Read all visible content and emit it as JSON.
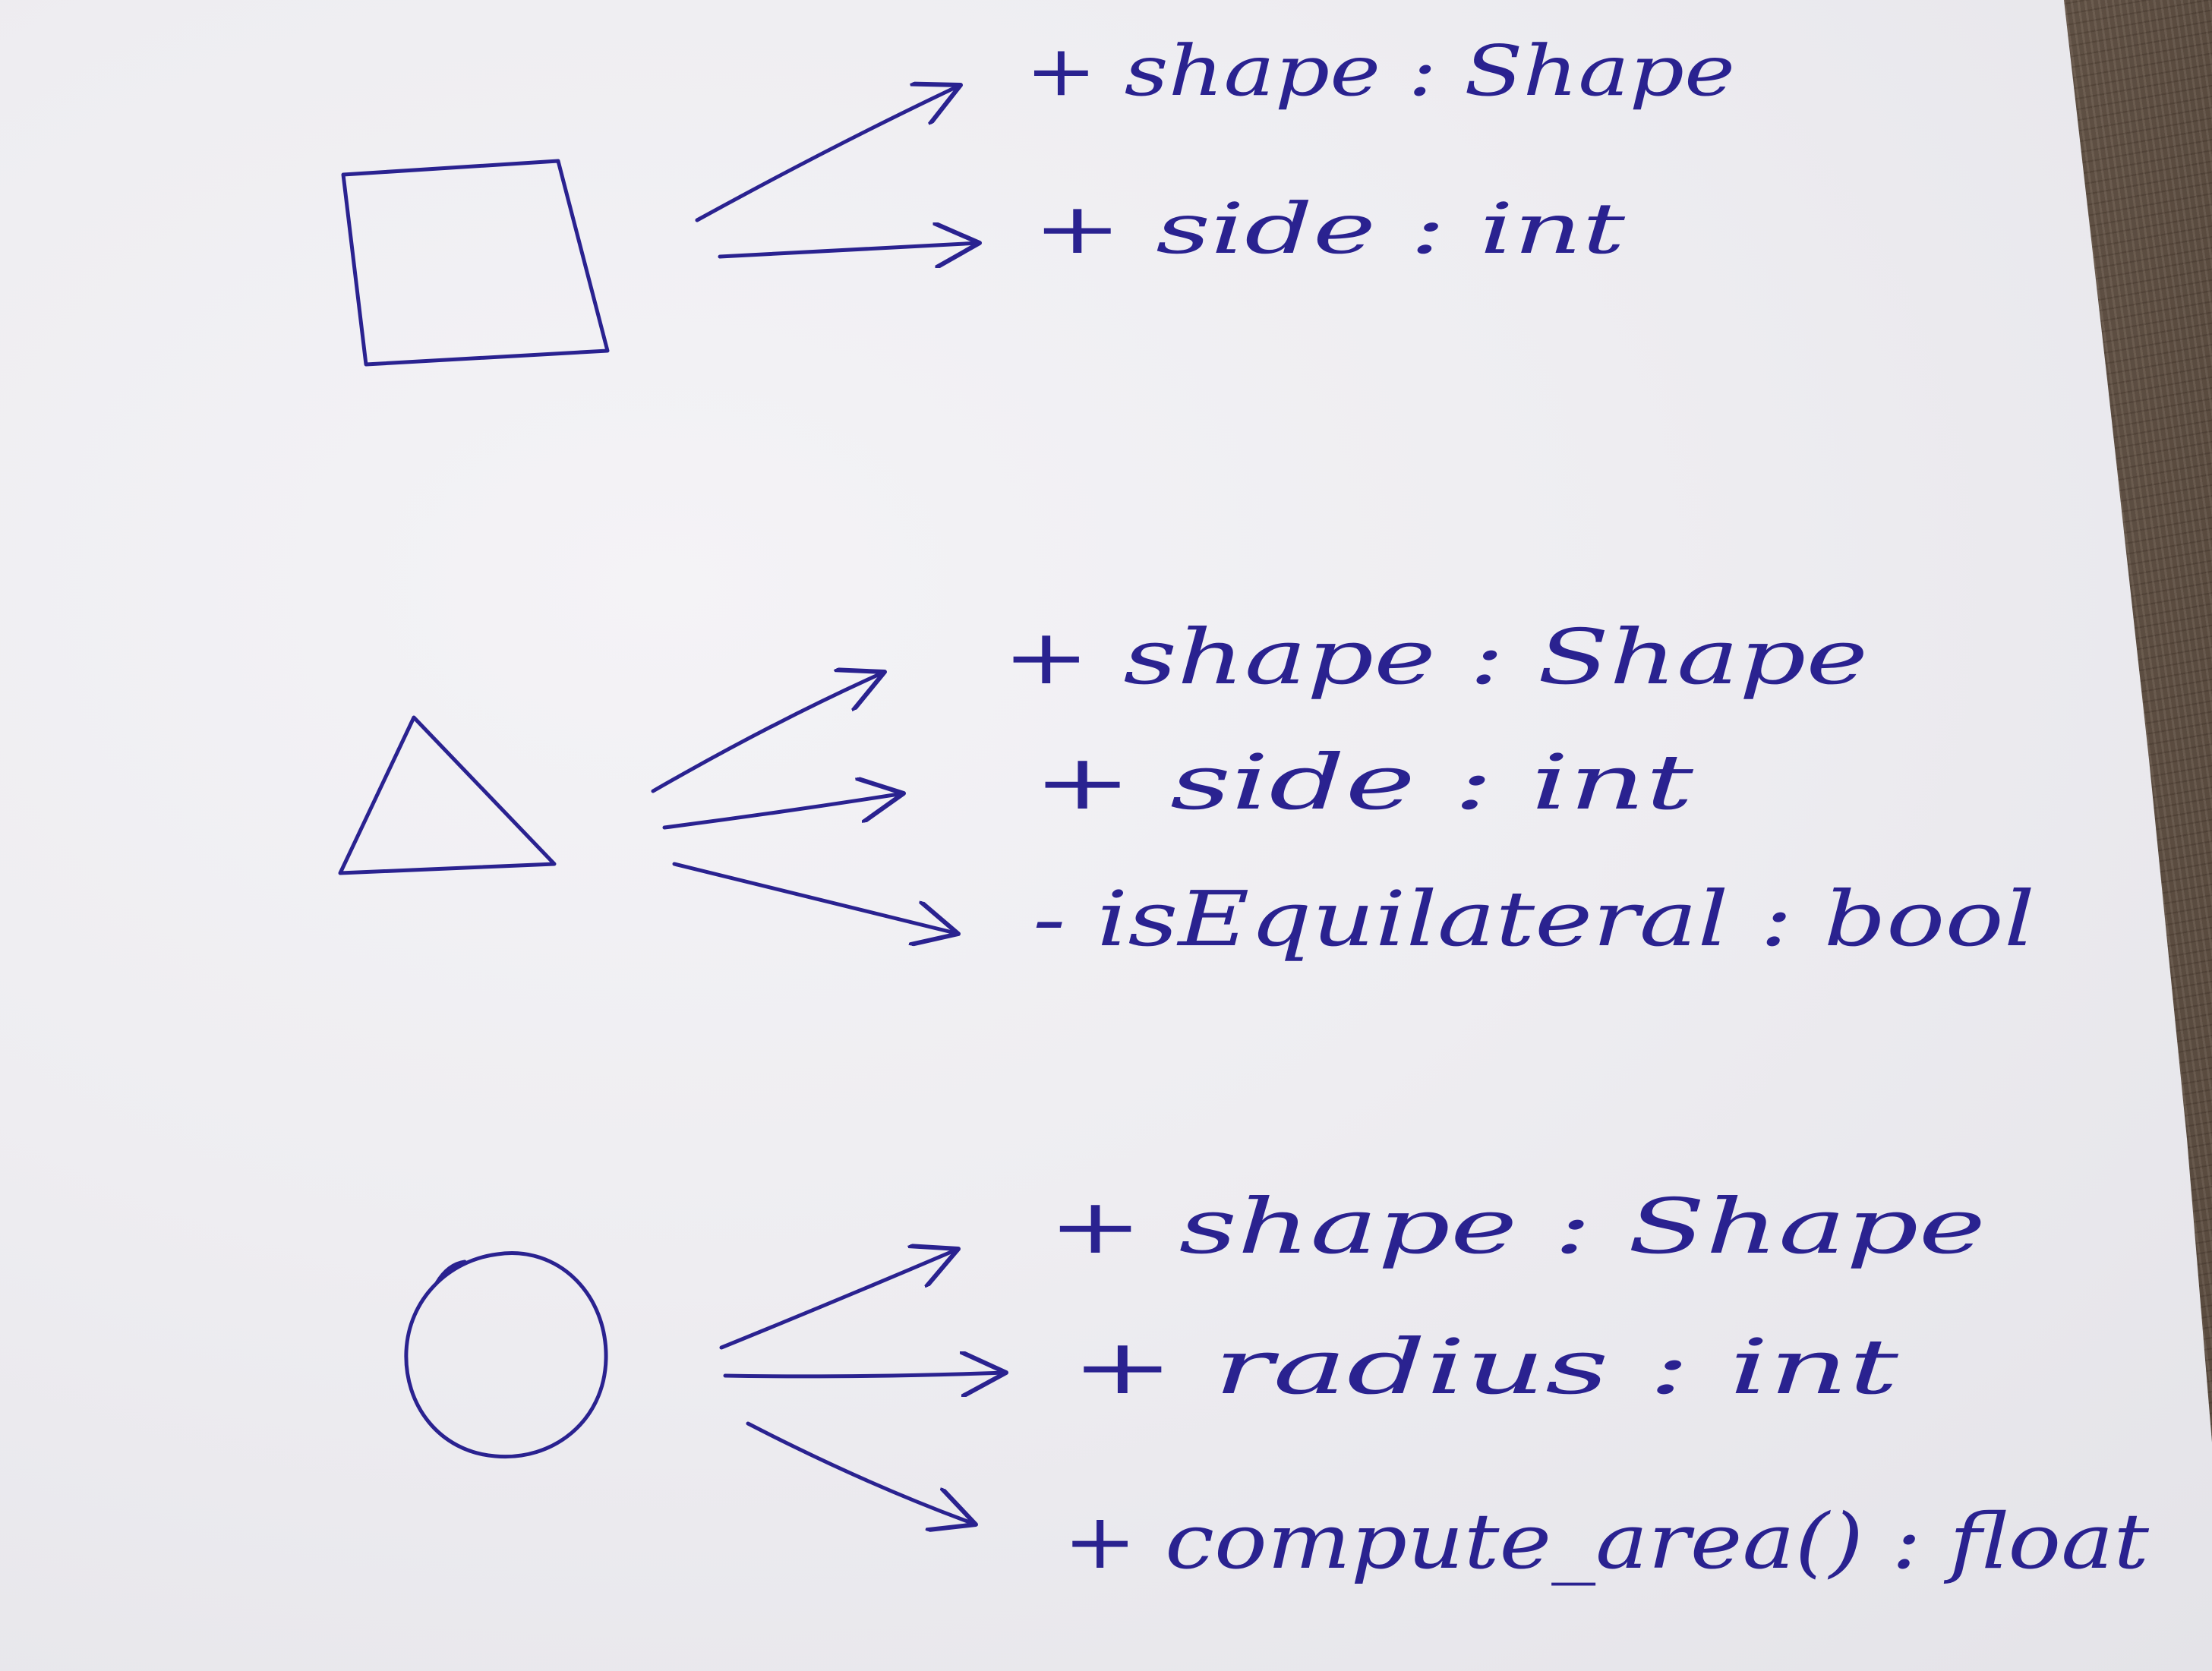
{
  "diagram": {
    "groups": [
      {
        "id": "square",
        "shape_icon": "square-shape",
        "attributes": [
          {
            "text": "+ shape : Shape"
          },
          {
            "text": "+ side :  int"
          }
        ]
      },
      {
        "id": "triangle",
        "shape_icon": "triangle-shape",
        "attributes": [
          {
            "text": "+ shape : Shape"
          },
          {
            "text": "+ side :  int"
          },
          {
            "text": "- isEquilateral : bool"
          }
        ]
      },
      {
        "id": "circle",
        "shape_icon": "circle-shape",
        "attributes": [
          {
            "text": "+ shape : Shape"
          },
          {
            "text": "+ radius : int"
          },
          {
            "text": "+ compute_area() : float"
          }
        ]
      }
    ],
    "ink_color": "#2a2290",
    "paper_color": "#efeef2",
    "background_color": "#5a4a3e"
  }
}
